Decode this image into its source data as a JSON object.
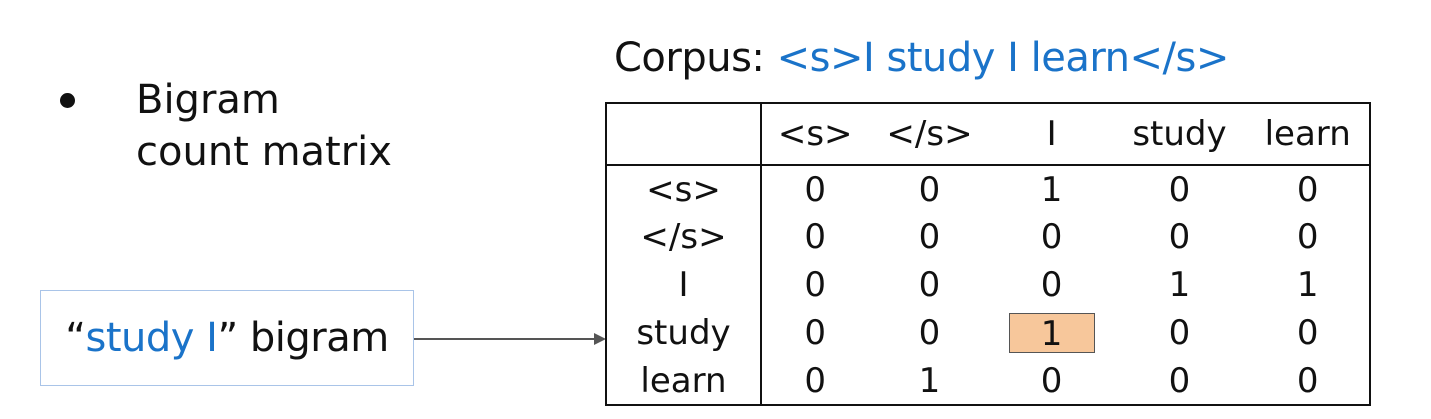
{
  "corpus": {
    "label": "Corpus: ",
    "text": "<s>I study I learn</s>"
  },
  "bullet": {
    "line1": "Bigram",
    "line2": "count matrix"
  },
  "note": {
    "open_quote": "“",
    "highlight": "study I",
    "close_quote": "”",
    "suffix": " bigram"
  },
  "matrix": {
    "columns": [
      "<s>",
      "</s>",
      "I",
      "study",
      "learn"
    ],
    "rows": [
      {
        "label": "<s>",
        "values": [
          "0",
          "0",
          "1",
          "0",
          "0"
        ]
      },
      {
        "label": "</s>",
        "values": [
          "0",
          "0",
          "0",
          "0",
          "0"
        ]
      },
      {
        "label": "I",
        "values": [
          "0",
          "0",
          "0",
          "1",
          "1"
        ]
      },
      {
        "label": "study",
        "values": [
          "0",
          "0",
          "1",
          "0",
          "0"
        ]
      },
      {
        "label": "learn",
        "values": [
          "0",
          "1",
          "0",
          "0",
          "0"
        ]
      }
    ],
    "highlight_color": "#f7c79b",
    "highlight_row": "study",
    "highlight_column": "I"
  },
  "colors": {
    "accent": "#1a73c9",
    "note_border": "#a9c4e8"
  }
}
